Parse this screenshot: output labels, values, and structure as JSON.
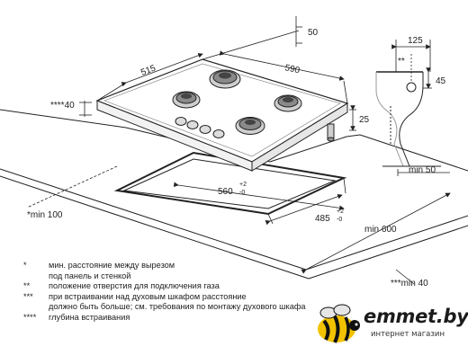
{
  "labels": {
    "d50": "50",
    "d590": "590",
    "d515": "515",
    "d40": "****40",
    "d25": "25",
    "d125": "125",
    "d2star": "**",
    "d45": "45",
    "min50": "min 50",
    "d560": "560",
    "d485": "485",
    "tol_plus": "+2",
    "tol_minus": "-0",
    "min100": "*min 100",
    "min600": "min 600",
    "min40": "***min 40"
  },
  "notes": [
    {
      "mark": "*",
      "text": "мин. расстояние между вырезом"
    },
    {
      "mark": "",
      "text": "под панель и стенкой"
    },
    {
      "mark": "**",
      "text": "положение отверстия для подключения газа"
    },
    {
      "mark": "***",
      "text": "при встраивании над духовым шкафом расстояние"
    },
    {
      "mark": "",
      "text": "должно быть больше; см. требования по монтажу духового шкафа"
    },
    {
      "mark": "****",
      "text": "глубина встраивания"
    }
  ],
  "brand": {
    "name": "emmet.by",
    "tagline": "интернет магазин"
  }
}
